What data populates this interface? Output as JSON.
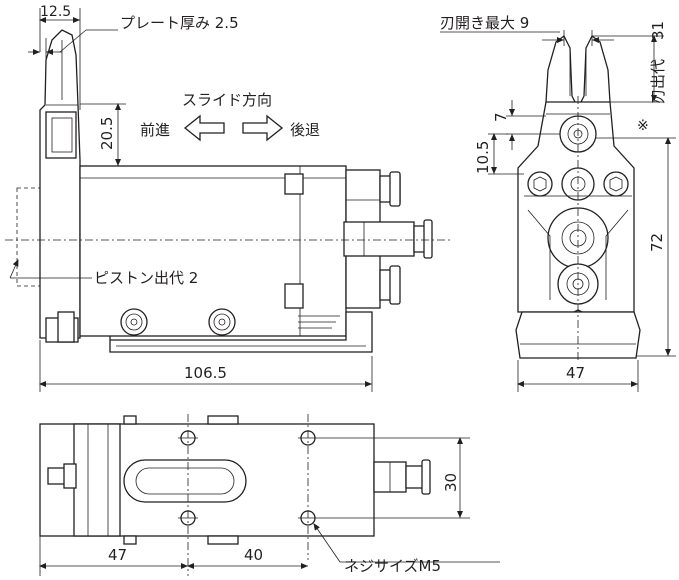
{
  "labels": {
    "plate_width": "12.5",
    "plate_thickness": "プレート厚み 2.5",
    "slide_direction": "スライド方向",
    "forward": "前進",
    "backward": "後退",
    "dim_20_5": "20.5",
    "piston_stroke": "ピストン出代 2",
    "length_106_5": "106.5",
    "max_opening": "刃開き最大 9",
    "blade_protrusion": "刃出代",
    "dim_31": "31",
    "dim_7": "7",
    "dim_10_5": "10.5",
    "dim_72": "72",
    "width_47_front": "47",
    "note_mark": "※",
    "dim_30": "30",
    "dim_47_bottom": "47",
    "dim_40": "40",
    "screw_size": "ネジサイズM5"
  }
}
